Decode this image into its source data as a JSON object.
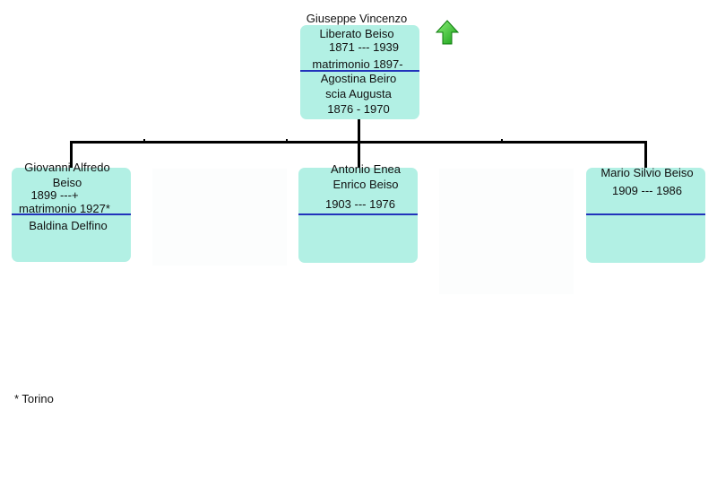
{
  "root": {
    "name_line1": "Giuseppe Vincenzo",
    "name_line2": "Liberato Beiso",
    "dates": "1871 --- 1939",
    "marriage": "matrimonio 1897-",
    "spouse_line1": "Agostina Beiro",
    "spouse_line2": "scia Augusta",
    "spouse_dates": "1876 - 1970"
  },
  "children": [
    {
      "name_line1": "Giovanni Alfredo",
      "name_line2": "Beiso",
      "dates": "1899 ---+",
      "marriage": "matrimonio 1927*",
      "spouse": "Baldina Delfino"
    },
    {
      "name_line1": "Antonio Enea",
      "name_line2": "Enrico Beiso",
      "dates": "1903 --- 1976"
    },
    {
      "name_line1": "Mario Silvio Beiso",
      "dates": "1909 --- 1986"
    }
  ],
  "footnote": "* Torino",
  "colors": {
    "box_fill": "#b2f0e4",
    "divider": "#2233bb",
    "connector": "#000000",
    "arrow": "#22bb22"
  },
  "icons": {
    "navigate_up": "green-up-arrow-icon"
  }
}
